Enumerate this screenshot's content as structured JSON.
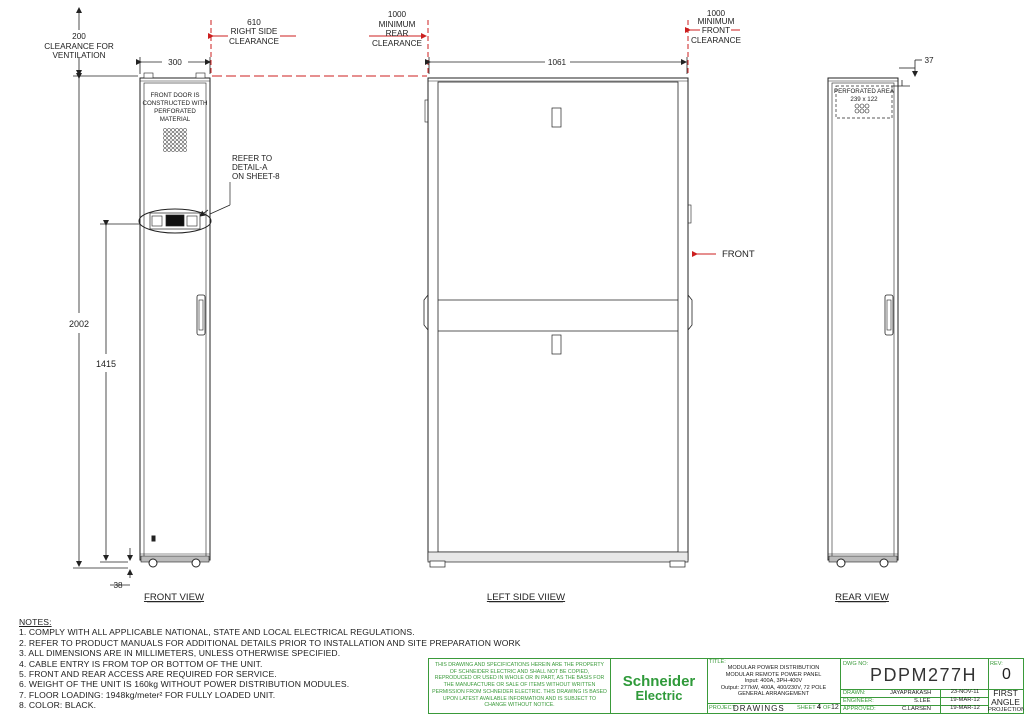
{
  "dimensions": {
    "clearance_vent": [
      "200",
      "CLEARANCE FOR",
      "VENTILATION"
    ],
    "right_side": [
      "610",
      "RIGHT SIDE",
      "CLEARANCE"
    ],
    "rear": [
      "1000",
      "MINIMUM",
      "REAR",
      "CLEARANCE"
    ],
    "front": [
      "1000",
      "MINIMUM",
      "FRONT",
      "CLEARANCE"
    ],
    "width_front": "300",
    "width_side": "1061",
    "height_total": "2002",
    "height_panel": "1415",
    "base": "38",
    "rear_offset": "37"
  },
  "callouts": {
    "front_door": [
      "FRONT DOOR IS",
      "CONSTRUCTED WITH",
      "PERFORATED",
      "MATERIAL"
    ],
    "refer": [
      "REFER TO",
      "DETAIL-A",
      "ON SHEET-8"
    ],
    "perforated": [
      "PERFORATED AREA",
      "239 x 122"
    ],
    "front_arrow": "FRONT"
  },
  "views": {
    "front": "FRONT VIEW",
    "side": "LEFT SIDE VIIEW",
    "rear": "REAR VIEW"
  },
  "notes": {
    "heading": "NOTES:",
    "items": [
      "1. COMPLY WITH ALL APPLICABLE NATIONAL, STATE AND LOCAL ELECTRICAL REGULATIONS.",
      "2. REFER TO PRODUCT MANUALS FOR ADDITIONAL DETAILS PRIOR TO INSTALLATION AND SITE PREPARATION WORK",
      "3. ALL DIMENSIONS ARE IN MILLIMETERS, UNLESS OTHERWISE SPECIFIED.",
      "4. CABLE ENTRY IS FROM TOP OR BOTTOM OF THE UNIT.",
      "5. FRONT AND REAR ACCESS ARE REQUIRED FOR SERVICE.",
      "6. WEIGHT OF THE UNIT IS 160kg WITHOUT POWER DISTRIBUTION MODULES.",
      "7. FLOOR LOADING: 1948kg/meter² FOR FULLY LOADED UNIT.",
      "8. COLOR: BLACK."
    ]
  },
  "title_block": {
    "disclaimer": "THIS DRAWING AND SPECIFICATIONS HEREIN ARE THE PROPERTY OF SCHNEIDER ELECTRIC AND SHALL NOT BE COPIED, REPRODUCED OR USED IN WHOLE OR IN PART, AS THE BASIS FOR THE MANUFACTURE OR SALE OF ITEMS WITHOUT WRITTEN PERMISSION FROM SCHNEIDER ELECTRIC. THIS DRAWING IS BASED UPON LATEST AVAILABLE INFORMATION AND IS SUBJECT TO CHANGE WITHOUT NOTICE.",
    "logo_line1": "Schneider",
    "logo_line2": "Electric",
    "title_label": "TITLE:",
    "title_lines": [
      "MODULAR POWER DISTRIBUTION",
      "MODULAR REMOTE POWER PANEL",
      "Input: 400A, 3PH-400V",
      "Output: 277kW, 400A, 400/230V, 72 POLE",
      "GENERAL ARRANGEMENT"
    ],
    "project_label": "PROJECT:",
    "project": "DRAWINGS",
    "sheet_label": "SHEET",
    "sheet": "4",
    "of_label": "OF",
    "of": "12",
    "dwg_label": "DWG NO:",
    "dwg_no": "PDPM277H",
    "rev_label": "REV:",
    "rev": "0",
    "drawn_label": "DRAWN:",
    "drawn_by": "JAYAPRAKASH",
    "drawn_date": "23-NOV-11",
    "engineer_label": "ENGINEER:",
    "engineer": "S.LEE",
    "engineer_date": "19-MAR-12",
    "approved_label": "APPROVED:",
    "approved_by": "C.LARSEN",
    "approved_date": "19-MAR-12",
    "projection": [
      "FIRST",
      "ANGLE",
      "PROJECTION"
    ]
  },
  "colors": {
    "line": "#222222",
    "clearance": "#cc1f1f",
    "titleblock": "#3a9a3a"
  }
}
